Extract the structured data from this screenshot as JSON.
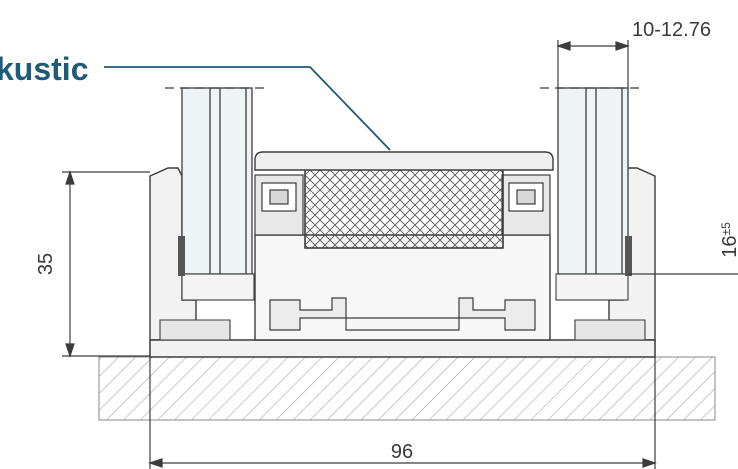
{
  "callout": {
    "label": "kustic",
    "color": "#1f5a78"
  },
  "dimensions": {
    "width": "96",
    "height_left": "35",
    "glass_range": "10-12.76",
    "right_height": "16",
    "right_height_tol": "±5"
  },
  "colors": {
    "line": "#3c3c3c",
    "metal_fill": "#f1f1f1",
    "glass_fill": "#eef4f6",
    "concrete_fill": "#e9e9e9",
    "hatch": "#9a9a9a"
  }
}
